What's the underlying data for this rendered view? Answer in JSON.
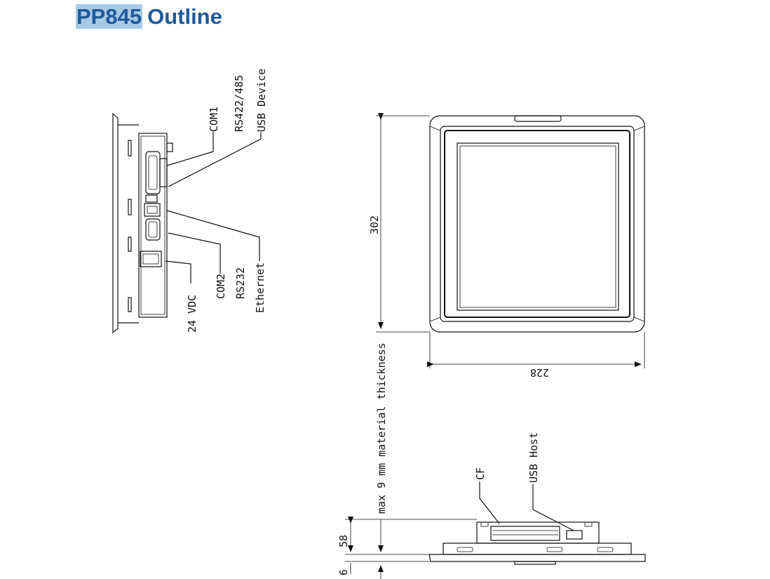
{
  "title": {
    "model": "PP845",
    "rest": "Outline"
  },
  "side_view": {
    "labels": {
      "com1": "COM1",
      "rs422": "RS422/485",
      "usb_device": "USB Device",
      "vdc": "24 VDC",
      "com2": "COM2",
      "rs232": "RS232",
      "ethernet": "Ethernet"
    }
  },
  "front_view": {
    "height_dim": "302",
    "width_dim": "228"
  },
  "bottom_view": {
    "material_note": "max 9 mm material thickness",
    "cf": "CF",
    "usb_host": "USB Host",
    "depth_dim": "58",
    "bezel_dim": "6"
  }
}
